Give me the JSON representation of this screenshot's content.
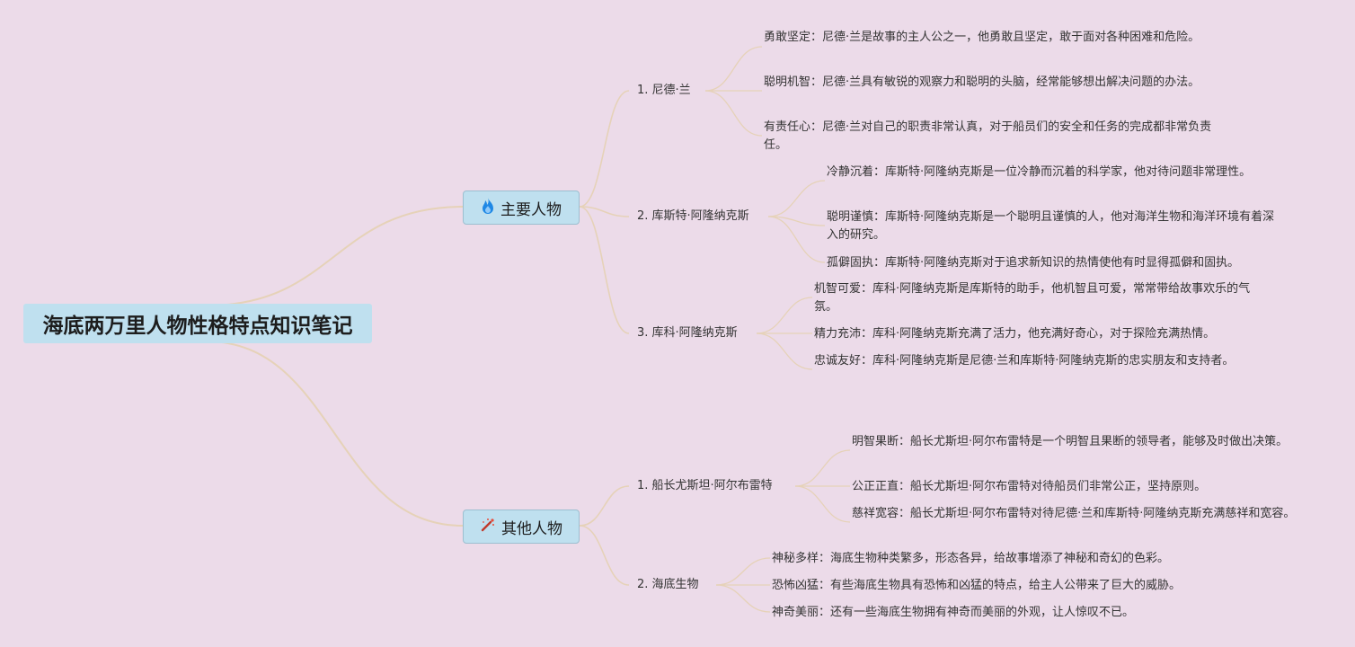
{
  "root": {
    "title": "海底两万里人物性格特点知识笔记"
  },
  "branches": [
    {
      "label": "主要人物",
      "icon": "fire-icon",
      "groups": [
        {
          "label": "1. 尼德·兰",
          "items": [
            "勇敢坚定：尼德·兰是故事的主人公之一，他勇敢且坚定，敢于面对各种困难和危险。",
            "聪明机智：尼德·兰具有敏锐的观察力和聪明的头脑，经常能够想出解决问题的办法。",
            "有责任心：尼德·兰对自己的职责非常认真，对于船员们的安全和任务的完成都非常负责任。"
          ]
        },
        {
          "label": "2. 库斯特·阿隆纳克斯",
          "items": [
            "冷静沉着：库斯特·阿隆纳克斯是一位冷静而沉着的科学家，他对待问题非常理性。",
            "聪明谨慎：库斯特·阿隆纳克斯是一个聪明且谨慎的人，他对海洋生物和海洋环境有着深入的研究。",
            "孤僻固执：库斯特·阿隆纳克斯对于追求新知识的热情使他有时显得孤僻和固执。"
          ]
        },
        {
          "label": "3. 库科·阿隆纳克斯",
          "items": [
            "机智可爱：库科·阿隆纳克斯是库斯特的助手，他机智且可爱，常常带给故事欢乐的气氛。",
            "精力充沛：库科·阿隆纳克斯充满了活力，他充满好奇心，对于探险充满热情。",
            "忠诚友好：库科·阿隆纳克斯是尼德·兰和库斯特·阿隆纳克斯的忠实朋友和支持者。"
          ]
        }
      ]
    },
    {
      "label": "其他人物",
      "icon": "magic-wand-icon",
      "groups": [
        {
          "label": "1. 船长尤斯坦·阿尔布雷特",
          "items": [
            "明智果断：船长尤斯坦·阿尔布雷特是一个明智且果断的领导者，能够及时做出决策。",
            "公正正直：船长尤斯坦·阿尔布雷特对待船员们非常公正，坚持原则。",
            "慈祥宽容：船长尤斯坦·阿尔布雷特对待尼德·兰和库斯特·阿隆纳克斯充满慈祥和宽容。"
          ]
        },
        {
          "label": "2. 海底生物",
          "items": [
            "神秘多样：海底生物种类繁多，形态各异，给故事增添了神秘和奇幻的色彩。",
            "恐怖凶猛：有些海底生物具有恐怖和凶猛的特点，给主人公带来了巨大的威胁。",
            "神奇美丽：还有一些海底生物拥有神奇而美丽的外观，让人惊叹不已。"
          ]
        }
      ]
    }
  ],
  "colors": {
    "background": "#ecdbe9",
    "node_fill": "#bfe0ef",
    "connector": "#e6d2b8"
  }
}
